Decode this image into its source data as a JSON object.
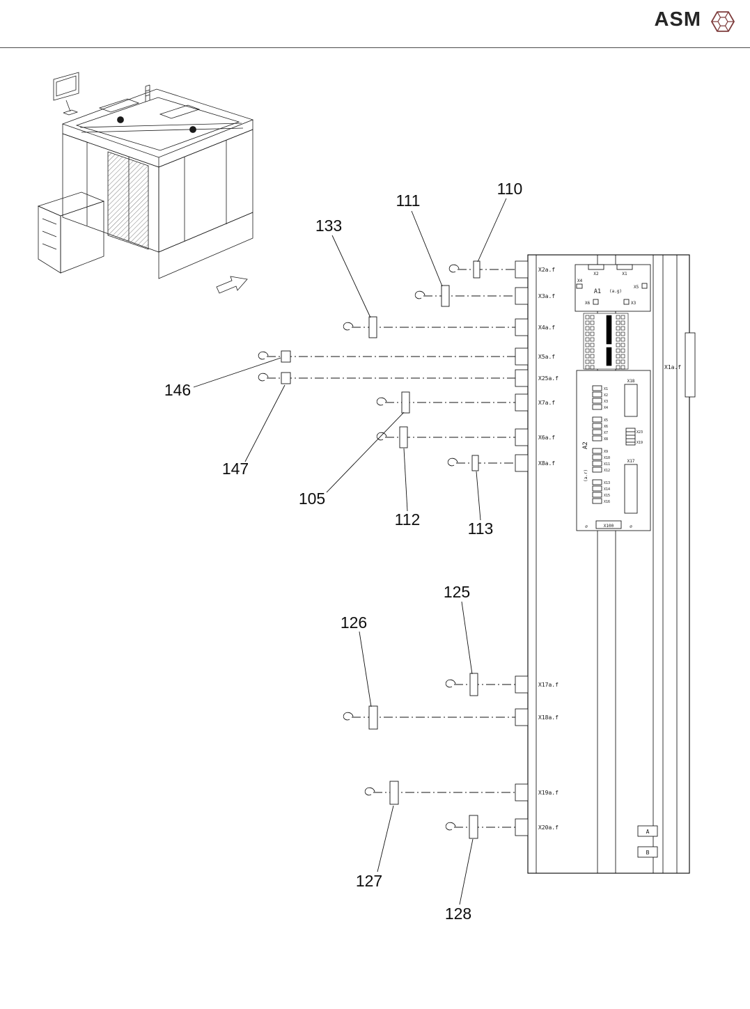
{
  "header": {
    "brand": "ASM",
    "logo_color": "#7d3b3b"
  },
  "callouts": [
    {
      "id": "110"
    },
    {
      "id": "111"
    },
    {
      "id": "133"
    },
    {
      "id": "146"
    },
    {
      "id": "147"
    },
    {
      "id": "105"
    },
    {
      "id": "112"
    },
    {
      "id": "113"
    },
    {
      "id": "125"
    },
    {
      "id": "126"
    },
    {
      "id": "127"
    },
    {
      "id": "128"
    }
  ],
  "panel": {
    "left_connectors": [
      {
        "label": "X2a.f"
      },
      {
        "label": "X3a.f"
      },
      {
        "label": "X4a.f"
      },
      {
        "label": "X5a.f"
      },
      {
        "label": "X25a.f"
      },
      {
        "label": "X7a.f"
      },
      {
        "label": "X6a.f"
      },
      {
        "label": "X8a.f"
      },
      {
        "label": "X17a.f"
      },
      {
        "label": "X18a.f"
      },
      {
        "label": "X19a.f"
      },
      {
        "label": "X20a.f"
      }
    ],
    "right_connector_label": "X1a.f",
    "board_a1": {
      "name": "A1",
      "variant": "(a.g)",
      "ports_top": [
        "X2",
        "X1"
      ],
      "port_left": "X4",
      "port_right": "X5",
      "port_bottom_left": "X6",
      "port_bottom_right": "X3"
    },
    "board_a2": {
      "name": "A2",
      "variant": "(a.r)",
      "left_ports": [
        "X1",
        "X2",
        "X3",
        "X4",
        "X5",
        "X6",
        "X7",
        "X8",
        "X9",
        "X10",
        "X11",
        "X12",
        "X13",
        "X14",
        "X15",
        "X16"
      ],
      "port_top_right": "X18",
      "port_bottom_right": "X17",
      "dip_label_top": "X23",
      "dip_label_bottom": "X19",
      "bottom_port": "X100",
      "screw_symbol": "⌀"
    },
    "bottom_boxes": [
      {
        "label": "A"
      },
      {
        "label": "B"
      }
    ]
  }
}
